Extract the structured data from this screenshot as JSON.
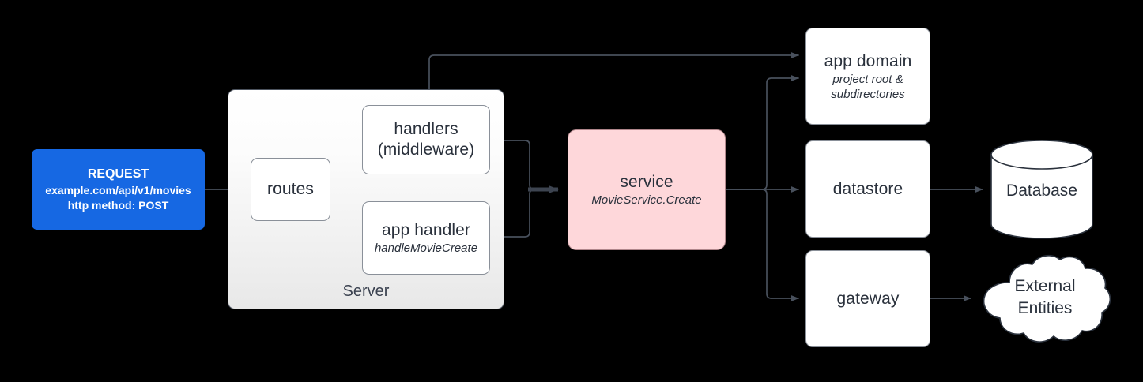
{
  "diagram": {
    "title": "Request flow through server to service and infrastructure",
    "colors": {
      "background": "#000000",
      "request_fill": "#1668e3",
      "request_text": "#ffffff",
      "service_fill": "#fed7da",
      "node_fill": "#ffffff",
      "node_stroke": "#8a9099",
      "wire": "#48505c",
      "text": "#2a313c"
    }
  },
  "nodes": {
    "request": {
      "name": "REQUEST",
      "url": "example.com/api/v1/movies",
      "method": "http method: POST"
    },
    "server": {
      "label": "Server"
    },
    "routes": {
      "label": "routes"
    },
    "handlers": {
      "line1": "handlers",
      "line2": "(middleware)"
    },
    "app_handler": {
      "label": "app handler",
      "sub": "handleMovieCreate"
    },
    "service": {
      "label": "service",
      "sub": "MovieService.Create"
    },
    "app_domain": {
      "label": "app domain",
      "sub_line1": "project root &",
      "sub_line2": "subdirectories"
    },
    "datastore": {
      "label": "datastore"
    },
    "gateway": {
      "label": "gateway"
    },
    "database": {
      "label": "Database"
    },
    "external_entities": {
      "line1": "External",
      "line2": "Entities"
    }
  },
  "edges": [
    {
      "from": "request",
      "to": "routes"
    },
    {
      "from": "routes",
      "to": "handlers"
    },
    {
      "from": "routes",
      "to": "app_handler"
    },
    {
      "from": "handlers",
      "to": "service"
    },
    {
      "from": "app_handler",
      "to": "service"
    },
    {
      "from": "handlers",
      "to": "app_domain"
    },
    {
      "from": "service",
      "to": "app_domain"
    },
    {
      "from": "service",
      "to": "datastore"
    },
    {
      "from": "service",
      "to": "gateway"
    },
    {
      "from": "datastore",
      "to": "database"
    },
    {
      "from": "gateway",
      "to": "external_entities"
    }
  ]
}
